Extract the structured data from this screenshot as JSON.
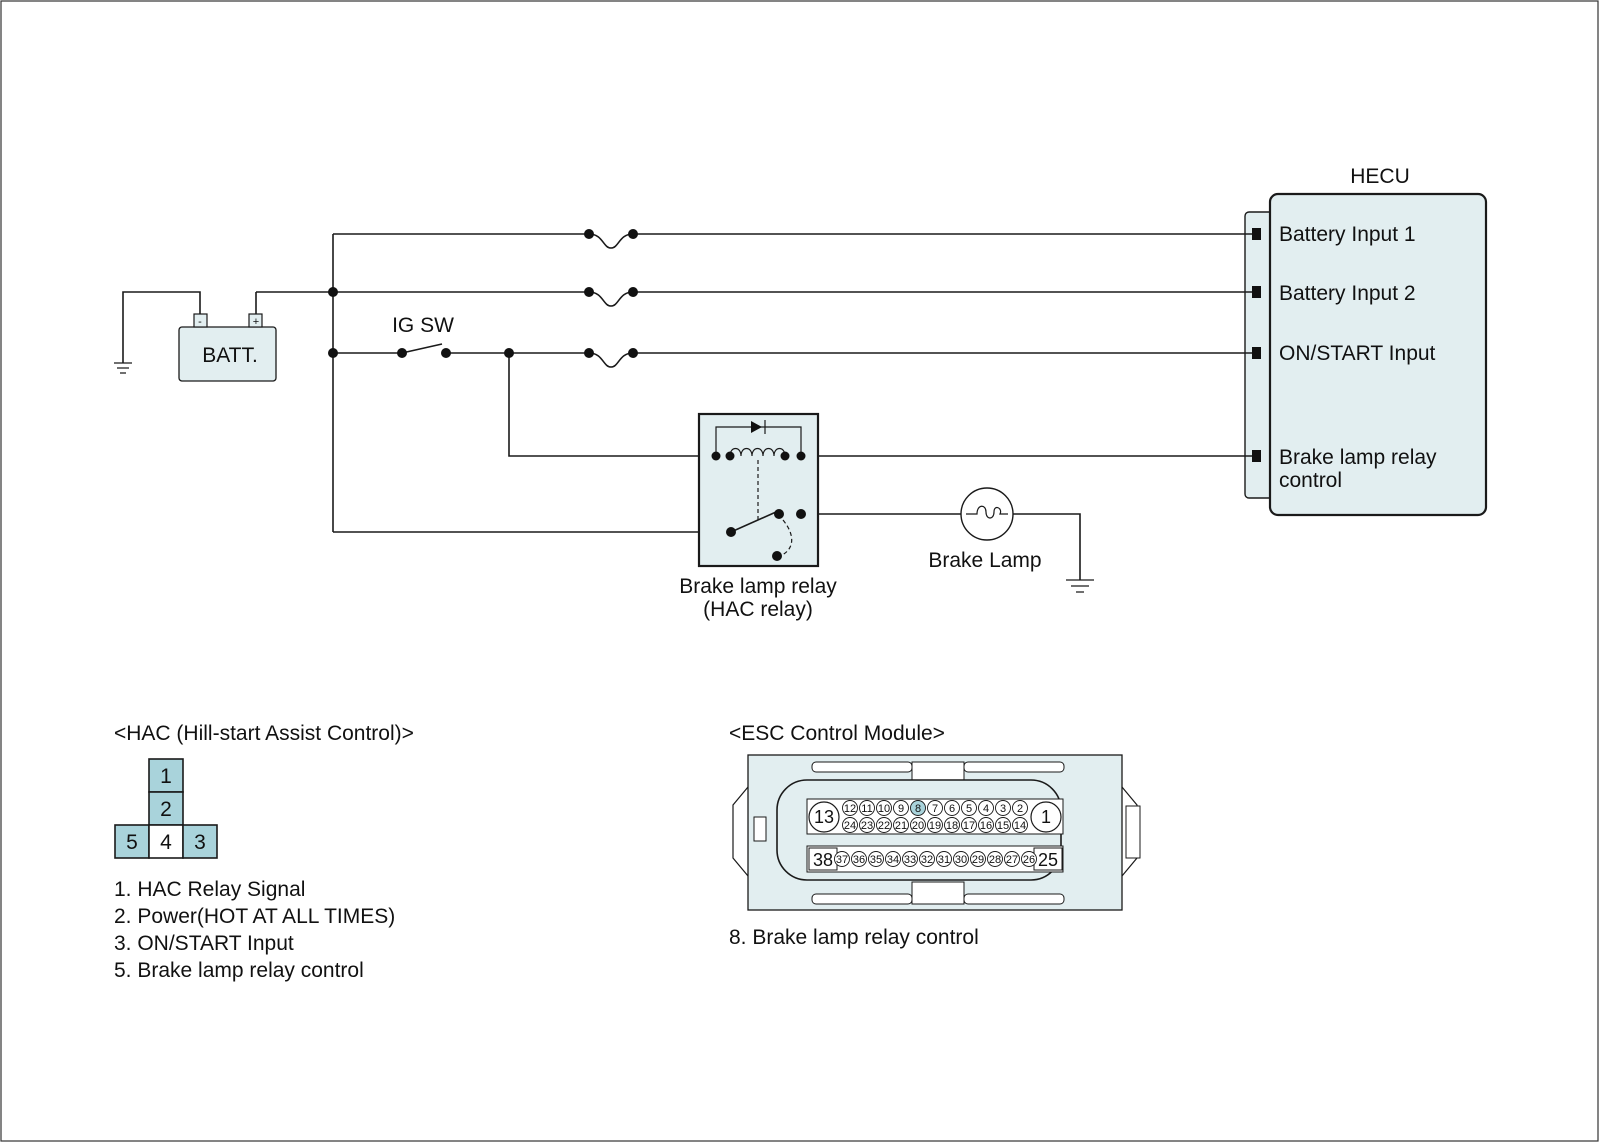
{
  "diagram": {
    "hecu": {
      "title": "HECU",
      "inputs": [
        "Battery Input 1",
        "Battery Input 2",
        "ON/START Input"
      ],
      "brake_control_line1": "Brake lamp relay",
      "brake_control_line2": "control"
    },
    "battery": {
      "label": "BATT.",
      "minus": "-",
      "plus": "+"
    },
    "ig_switch": {
      "label": "IG SW"
    },
    "relay": {
      "line1": "Brake lamp relay",
      "line2": "(HAC relay)"
    },
    "lamp": {
      "label": "Brake Lamp"
    }
  },
  "hac": {
    "title": "<HAC (Hill-start Assist Control)>",
    "pins": [
      "1",
      "2",
      "5",
      "4",
      "3"
    ],
    "legend": [
      "1. HAC Relay Signal",
      "2. Power(HOT AT ALL TIMES)",
      "3. ON/START Input",
      "5. Brake lamp relay control"
    ]
  },
  "esc": {
    "title": "<ESC Control Module>",
    "pin_row_top": [
      "12",
      "11",
      "10",
      "9",
      "8",
      "7",
      "6",
      "5",
      "4",
      "3",
      "2"
    ],
    "pin_row_mid": [
      "24",
      "23",
      "22",
      "21",
      "20",
      "19",
      "18",
      "17",
      "16",
      "15",
      "14"
    ],
    "pin_row_bottom": [
      "37",
      "36",
      "35",
      "34",
      "33",
      "32",
      "31",
      "30",
      "29",
      "28",
      "27",
      "26"
    ],
    "big_pins": {
      "p13": "13",
      "p1": "1",
      "p38": "38",
      "p25": "25"
    },
    "highlight_pin": "8",
    "legend": [
      "8. Brake lamp relay control"
    ]
  },
  "colors": {
    "module_fill": "#e2eef0",
    "pin_highlight": "#a9d3db",
    "line": "#1a1a1a"
  }
}
